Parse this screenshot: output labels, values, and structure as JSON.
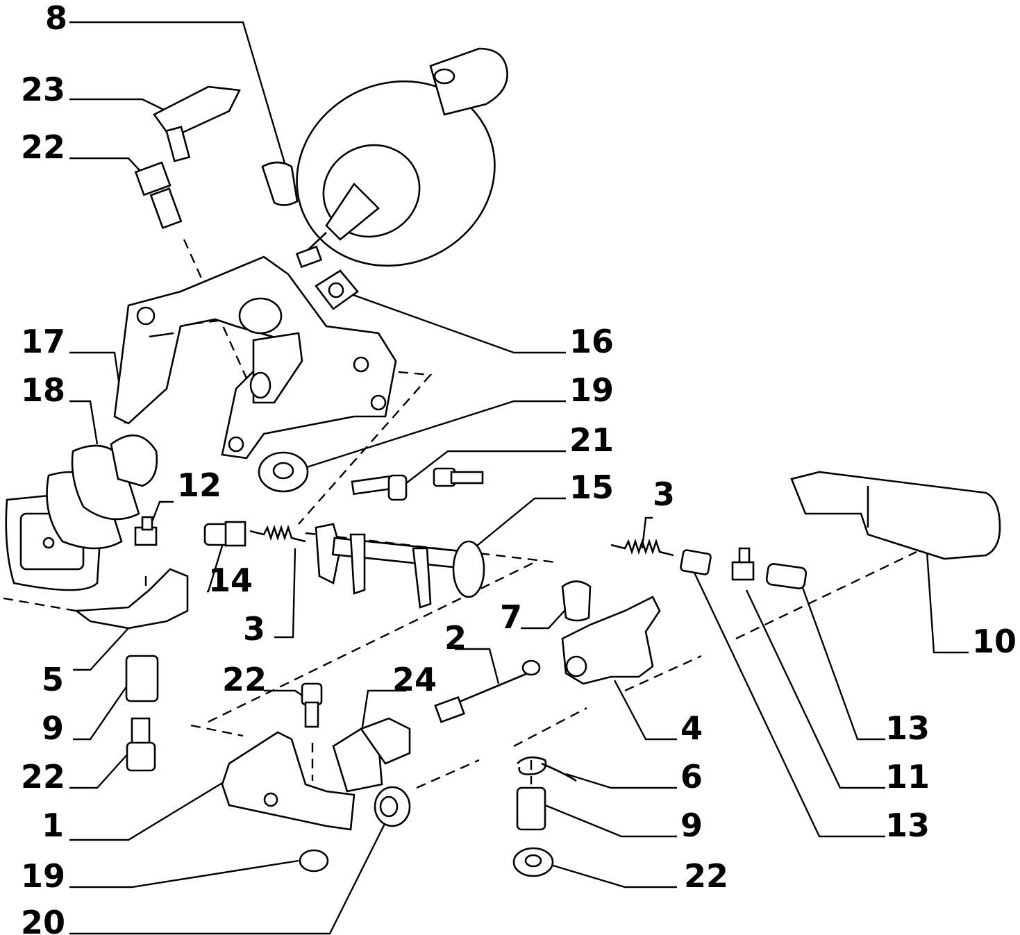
{
  "diagram": {
    "callouts": [
      {
        "id": "c-8",
        "text": "8"
      },
      {
        "id": "c-23",
        "text": "23"
      },
      {
        "id": "c-22a",
        "text": "22"
      },
      {
        "id": "c-17",
        "text": "17"
      },
      {
        "id": "c-18",
        "text": "18"
      },
      {
        "id": "c-16",
        "text": "16"
      },
      {
        "id": "c-19a",
        "text": "19"
      },
      {
        "id": "c-21",
        "text": "21"
      },
      {
        "id": "c-12",
        "text": "12"
      },
      {
        "id": "c-15",
        "text": "15"
      },
      {
        "id": "c-3a",
        "text": "3"
      },
      {
        "id": "c-14",
        "text": "14"
      },
      {
        "id": "c-3b",
        "text": "3"
      },
      {
        "id": "c-7",
        "text": "7"
      },
      {
        "id": "c-10",
        "text": "10"
      },
      {
        "id": "c-2",
        "text": "2"
      },
      {
        "id": "c-5",
        "text": "5"
      },
      {
        "id": "c-22b",
        "text": "22"
      },
      {
        "id": "c-24",
        "text": "24"
      },
      {
        "id": "c-4",
        "text": "4"
      },
      {
        "id": "c-13a",
        "text": "13"
      },
      {
        "id": "c-9a",
        "text": "9"
      },
      {
        "id": "c-22c",
        "text": "22"
      },
      {
        "id": "c-6",
        "text": "6"
      },
      {
        "id": "c-11",
        "text": "11"
      },
      {
        "id": "c-1",
        "text": "1"
      },
      {
        "id": "c-9b",
        "text": "9"
      },
      {
        "id": "c-13b",
        "text": "13"
      },
      {
        "id": "c-19b",
        "text": "19"
      },
      {
        "id": "c-22d",
        "text": "22"
      },
      {
        "id": "c-20",
        "text": "20"
      }
    ]
  }
}
